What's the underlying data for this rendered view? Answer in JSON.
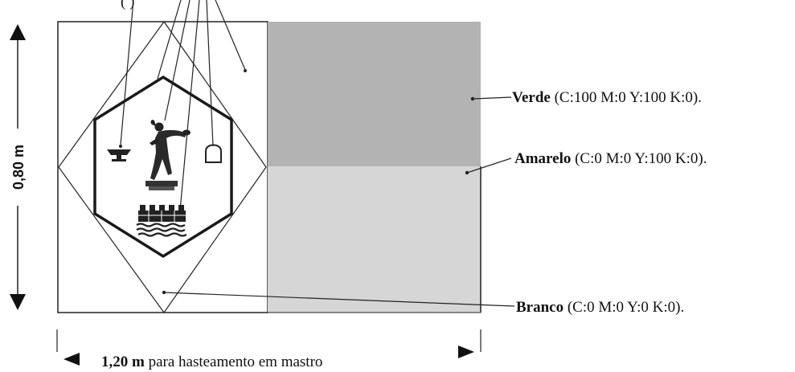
{
  "top_label": "(                    )",
  "labels": {
    "verde_name": "Verde",
    "verde_spec": " (C:100 M:0 Y:100 K:0).",
    "amarelo_name": "Amarelo",
    "amarelo_spec": " (C:0 M:0 Y:100 K:0).",
    "branco_name": "Branco",
    "branco_spec": " (C:0 M:0 Y:0 K:0)."
  },
  "dimensions": {
    "height": "0,80 m",
    "width_value": "1,20 m",
    "width_text": " para hasteamento em mastro"
  },
  "colors": {
    "verde_fill": "#b3b3b3",
    "amarelo_fill": "#d6d6d6",
    "branco_fill": "#ffffff",
    "stroke": "#222222"
  }
}
